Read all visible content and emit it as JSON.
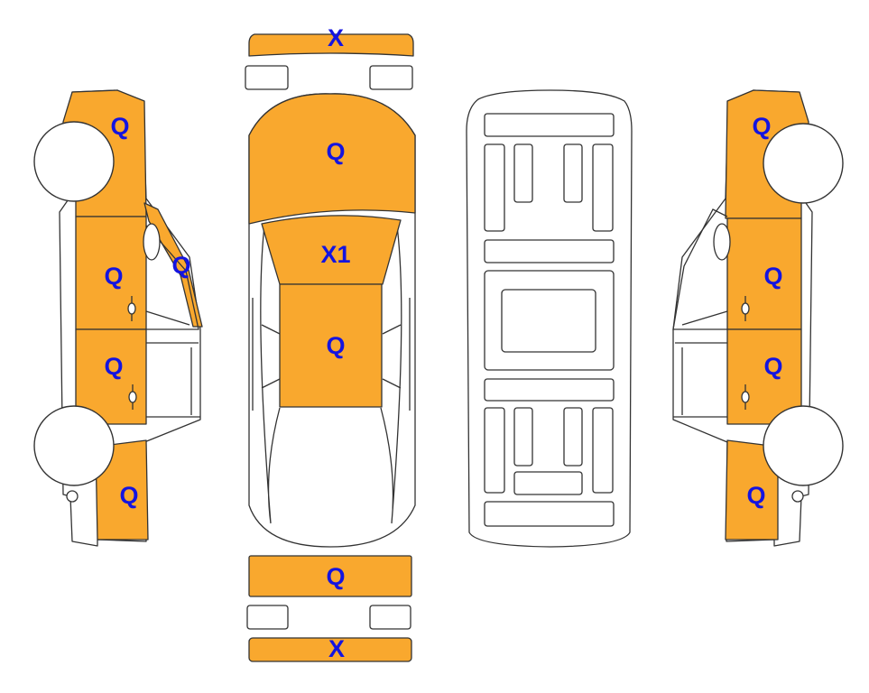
{
  "colors": {
    "marked_panel": "#F9A82E",
    "code_text": "#1414E0",
    "outline": "#333333"
  },
  "views": {
    "left_side": {
      "front_fender": "Q",
      "a_pillar": "Q",
      "front_door": "Q",
      "rear_door": "Q",
      "rear_quarter": "Q"
    },
    "top": {
      "front_bumper": "X",
      "hood": "Q",
      "windshield": "X1",
      "roof": "Q",
      "rear_bumper_upper": "Q",
      "rear_bumper_lower": "X"
    },
    "right_side": {
      "front_fender": "Q",
      "front_door": "Q",
      "rear_door": "Q",
      "rear_quarter": "Q"
    }
  }
}
